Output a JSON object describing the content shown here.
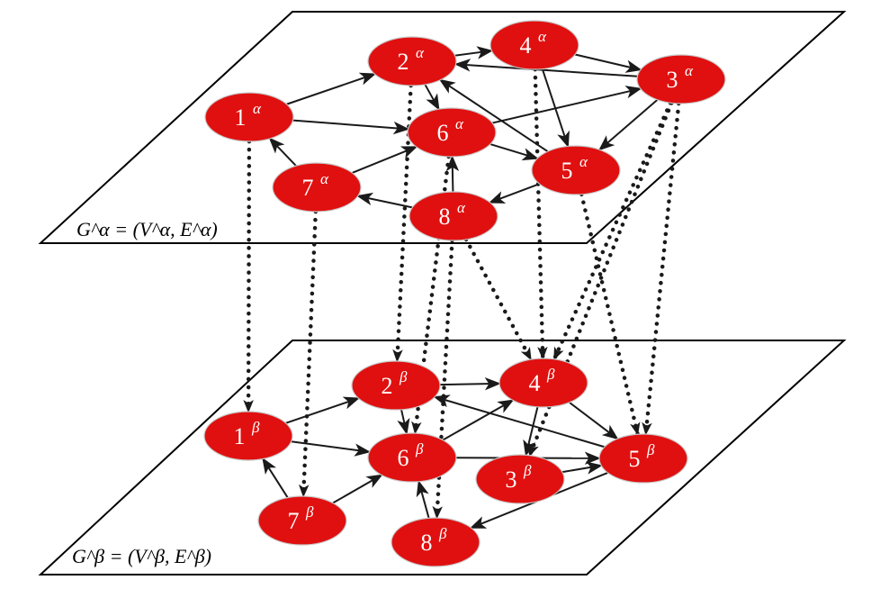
{
  "colors": {
    "node_fill": "#e01010",
    "node_stroke": "#c9c9c9",
    "node_text": "#ffffff",
    "edge": "#1a1a1a",
    "plane_stroke": "#000000"
  },
  "layers": {
    "alpha": {
      "label": "G^α = (V^α, E^α)",
      "superscript": "α",
      "nodes": [
        {
          "id": "1",
          "label": "1",
          "sup": "α"
        },
        {
          "id": "2",
          "label": "2",
          "sup": "α"
        },
        {
          "id": "3",
          "label": "3",
          "sup": "α"
        },
        {
          "id": "4",
          "label": "4",
          "sup": "α"
        },
        {
          "id": "5",
          "label": "5",
          "sup": "α"
        },
        {
          "id": "6",
          "label": "6",
          "sup": "α"
        },
        {
          "id": "7",
          "label": "7",
          "sup": "α"
        },
        {
          "id": "8",
          "label": "8",
          "sup": "α"
        }
      ],
      "edges": [
        [
          "1",
          "2"
        ],
        [
          "1",
          "6"
        ],
        [
          "2",
          "4"
        ],
        [
          "2",
          "6"
        ],
        [
          "4",
          "3"
        ],
        [
          "4",
          "5"
        ],
        [
          "3",
          "2"
        ],
        [
          "3",
          "5"
        ],
        [
          "6",
          "3"
        ],
        [
          "6",
          "5"
        ],
        [
          "7",
          "1"
        ],
        [
          "7",
          "6"
        ],
        [
          "8",
          "6"
        ],
        [
          "8",
          "7"
        ],
        [
          "5",
          "8"
        ],
        [
          "5",
          "2"
        ]
      ]
    },
    "beta": {
      "label": "G^β = (V^β, E^β)",
      "superscript": "β",
      "nodes": [
        {
          "id": "1",
          "label": "1",
          "sup": "β"
        },
        {
          "id": "2",
          "label": "2",
          "sup": "β"
        },
        {
          "id": "3",
          "label": "3",
          "sup": "β"
        },
        {
          "id": "4",
          "label": "4",
          "sup": "β"
        },
        {
          "id": "5",
          "label": "5",
          "sup": "β"
        },
        {
          "id": "6",
          "label": "6",
          "sup": "β"
        },
        {
          "id": "7",
          "label": "7",
          "sup": "β"
        },
        {
          "id": "8",
          "label": "8",
          "sup": "β"
        }
      ],
      "edges": [
        [
          "1",
          "2"
        ],
        [
          "1",
          "6"
        ],
        [
          "2",
          "4"
        ],
        [
          "2",
          "6"
        ],
        [
          "6",
          "4"
        ],
        [
          "4",
          "3"
        ],
        [
          "4",
          "5"
        ],
        [
          "5",
          "2"
        ],
        [
          "6",
          "5"
        ],
        [
          "3",
          "5"
        ],
        [
          "5",
          "8"
        ],
        [
          "7",
          "1"
        ],
        [
          "7",
          "6"
        ],
        [
          "8",
          "6"
        ]
      ]
    }
  },
  "interlayer_links": [
    [
      "1",
      "1"
    ],
    [
      "2",
      "2"
    ],
    [
      "7",
      "7"
    ],
    [
      "6",
      "6"
    ],
    [
      "8",
      "8"
    ],
    [
      "8",
      "4"
    ],
    [
      "4",
      "4"
    ],
    [
      "5",
      "5"
    ],
    [
      "3",
      "5"
    ],
    [
      "3",
      "4"
    ],
    [
      "3",
      "3"
    ]
  ]
}
